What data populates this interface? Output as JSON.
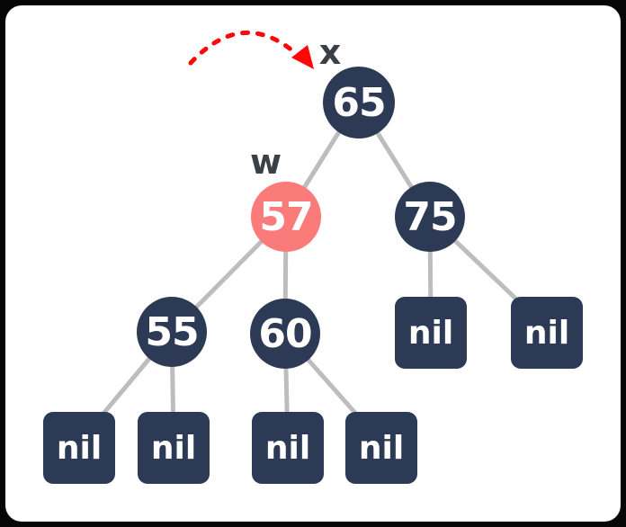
{
  "diagram_title": "binary-search-tree-rotation-diagram",
  "annotations": {
    "x_label": "x",
    "w_label": "w",
    "arrow": "red-dashed-curved-arrow-pointing-to-x"
  },
  "nodes": [
    {
      "value": "65",
      "pointer": "x",
      "shape": "circle",
      "highlighted": false
    },
    {
      "value": "57",
      "pointer": "w",
      "shape": "circle",
      "highlighted": true
    },
    {
      "value": "75",
      "shape": "circle",
      "highlighted": false
    },
    {
      "value": "55",
      "shape": "circle",
      "highlighted": false
    },
    {
      "value": "60",
      "shape": "circle",
      "highlighted": false
    }
  ],
  "nil_label": "nil",
  "nil_leaf_count": 6,
  "tree_structure": {
    "root": "65",
    "edges": [
      [
        "65",
        "57"
      ],
      [
        "65",
        "75"
      ],
      [
        "57",
        "55"
      ],
      [
        "57",
        "60"
      ],
      [
        "55",
        "nil"
      ],
      [
        "55",
        "nil"
      ],
      [
        "60",
        "nil"
      ],
      [
        "60",
        "nil"
      ],
      [
        "75",
        "nil"
      ],
      [
        "75",
        "nil"
      ]
    ]
  },
  "colors": {
    "node_fill": "#2d3a55",
    "node_highlight": "#fb7a7a",
    "node_text": "#ffffff",
    "edge": "#bdbdbd",
    "annotation": "#3b4046",
    "arrow": "#ff0707",
    "card_bg": "#ffffff",
    "frame_bg": "#060606"
  }
}
